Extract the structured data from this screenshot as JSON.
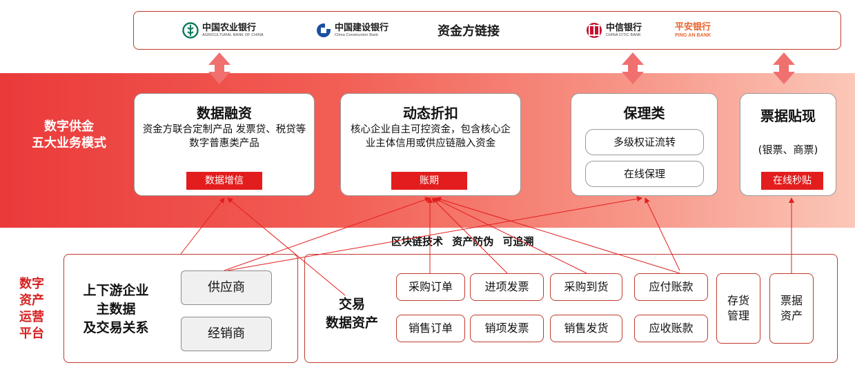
{
  "funders": {
    "title": "资金方链接",
    "banks": [
      {
        "cn": "中国农业银行",
        "en": "AGRICULTURAL BANK OF CHINA"
      },
      {
        "cn": "中国建设银行",
        "en": "China Construction Bank"
      },
      {
        "cn": "中信银行",
        "en": "CHINA CITIC BANK"
      },
      {
        "cn": "平安银行",
        "en": "PING AN BANK"
      }
    ]
  },
  "business_modes": {
    "title_line1": "数字供金",
    "title_line2": "五大业务模式",
    "data_financing": {
      "title": "数据融资",
      "desc": "资金方联合定制产品 发票贷、税贷等数字普惠类产品",
      "tag": "数据增信"
    },
    "dynamic_discount": {
      "title": "动态折扣",
      "desc": "核心企业自主可控资金，包含核心企业主体信用或供应链融入资金",
      "tag": "账期"
    },
    "factoring": {
      "title": "保理类",
      "items": [
        "多级权证流转",
        "在线保理"
      ]
    },
    "bill_discount": {
      "title": "票据贴现",
      "desc": "(银票、商票)",
      "tag": "在线秒贴"
    }
  },
  "tech": {
    "label": "区块链技术  资产防伪  可追溯"
  },
  "platform": {
    "label_lines": [
      "数字",
      "资产",
      "运营",
      "平台"
    ],
    "master_data": {
      "title_lines": [
        "上下游企业",
        "主数据",
        "及交易关系"
      ],
      "partners": [
        "供应商",
        "经销商"
      ]
    },
    "trade_assets": {
      "title_lines": [
        "交易",
        "数据资产"
      ],
      "top_row": [
        "采购订单",
        "进项发票",
        "采购到货",
        "应付账款"
      ],
      "bottom_row": [
        "销售订单",
        "销项发票",
        "销售发货",
        "应收账款"
      ],
      "inventory": [
        "存货",
        "管理"
      ],
      "bill_assets": [
        "票据",
        "资产"
      ]
    }
  },
  "colors": {
    "accent": "#e31d1d",
    "band_start": "#ea3a3a",
    "band_end": "#fbc7b8",
    "border": "#c0392b",
    "pingan": "#e8642c"
  },
  "icons": [
    "abc-logo-icon",
    "ccb-logo-icon",
    "citic-logo-icon",
    "double-arrow-icon",
    "arrow-icon"
  ]
}
